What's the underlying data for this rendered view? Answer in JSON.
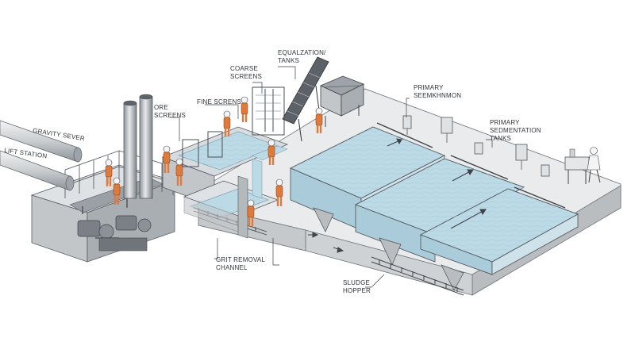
{
  "labels": {
    "gravity_sewer": "GRAVITY SEVER",
    "lift_station": "LIFT STATION",
    "ore_screens": [
      "ORE",
      "SCREENS"
    ],
    "fine_screens": "FINE SCRENS",
    "coarse_screens": [
      "COARSE",
      "SCREENS"
    ],
    "equalization_tanks": [
      "EQUALZATION/",
      "TANKS"
    ],
    "primary_top": [
      "PRIMARY",
      "SEEMKHNMON"
    ],
    "primary_sedimentation": [
      "PRIMARY",
      "SEDMENTATION",
      "TANKS"
    ],
    "grit_removal": [
      "GRIT REMOVAL",
      "CHANNEL"
    ],
    "sludge_hopper": [
      "SLUDGE",
      "HOPPER"
    ]
  },
  "colors": {
    "concrete_top": "#e9ebec",
    "concrete_side": "#b9bdc0",
    "concrete_front": "#cfd2d4",
    "water": "#bcd9e6",
    "water_dark": "#8fbbd0",
    "worker_orange": "#e07a3c",
    "helmet": "#f4f4f4",
    "steel": "#8a9096",
    "ink": "#3a3f44"
  },
  "icons": [
    "worker-icon",
    "lab-technician-icon",
    "control-panel-icon",
    "flow-arrow-icon",
    "pump-icon",
    "conveyor-icon"
  ]
}
